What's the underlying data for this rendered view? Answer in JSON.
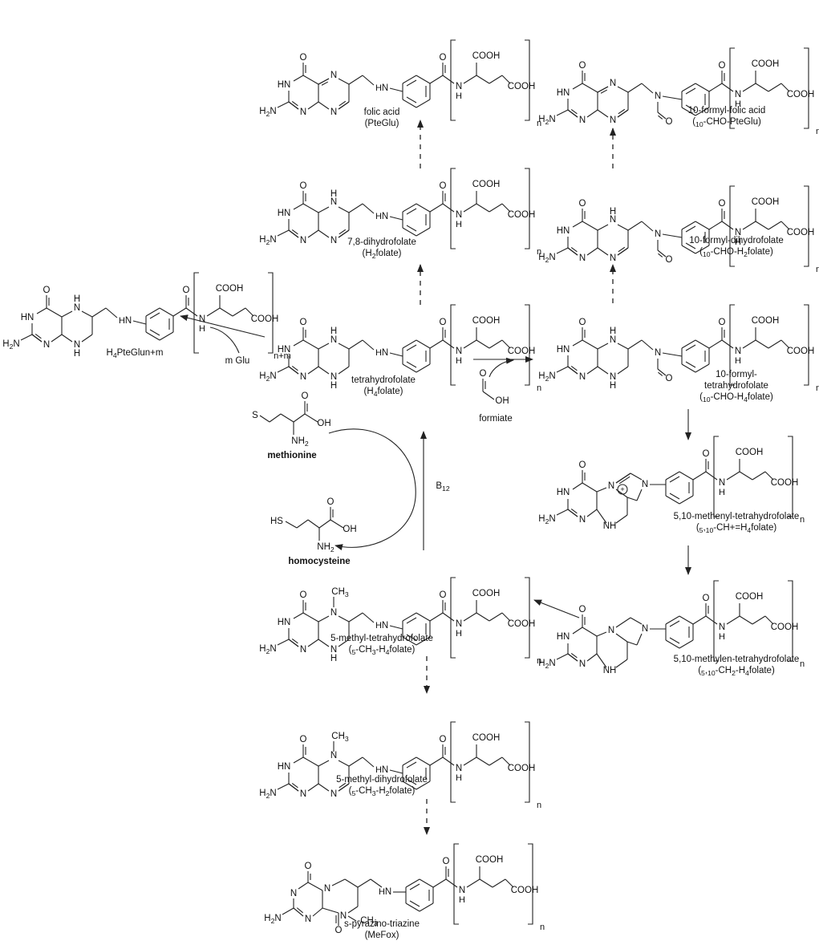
{
  "atoms": {
    "O": "O",
    "N": "N",
    "HN": "HN",
    "H2N": "H2N",
    "H": "H",
    "NH": "NH",
    "COOH": "COOH",
    "OH": "OH",
    "CH3": "CH3",
    "S": "S",
    "HS": "HS",
    "NH2": "NH2"
  },
  "subscripts": {
    "n": "n",
    "n_plus_m": "n+m"
  },
  "compounds": [
    {
      "id": "folic-acid",
      "name": "folic acid",
      "abbr": "(PteGlu)"
    },
    {
      "id": "dihydrofolate",
      "name": "7,8-dihydrofolate",
      "abbr": "(H2folate)"
    },
    {
      "id": "tetrahydrofolate",
      "name": "tetrahydrofolate",
      "abbr": "(H4folate)"
    },
    {
      "id": "h4pteglu",
      "name": "H4PteGlun+m",
      "abbr": ""
    },
    {
      "id": "formyl-folic",
      "name": "10-formyl-folic acid",
      "abbr": "(10-CHO-PteGlu)"
    },
    {
      "id": "formyl-dihydro",
      "name": "10-formyl-dihydrofolate",
      "abbr": "(10-CHO-H2folate)"
    },
    {
      "id": "formyl-tetrahydro",
      "name": "10-formyl-",
      "name2": "tetrahydrofolate",
      "abbr": "(10-CHO-H4folate)"
    },
    {
      "id": "methenyl",
      "name": "5,10-methenyl-tetrahydrofolate",
      "abbr": "(5,10-CH+=H4folate)"
    },
    {
      "id": "methylen",
      "name": "5,10-methylen-tetrahydrofolate",
      "abbr": "(5,10-CH2-H4folate)"
    },
    {
      "id": "methyl-thf",
      "name": "5-methyl-tetrahydrofolate",
      "abbr": "(5-CH3-H4folate)"
    },
    {
      "id": "methyl-dhf",
      "name": "5-methyl-dihydrofolate",
      "abbr": "(5-CH3-H2folate)"
    },
    {
      "id": "mefox",
      "name": "s-pyrazino-triazine",
      "abbr": "(MeFox)"
    }
  ],
  "small_molecules": {
    "methionine": "methionine",
    "homocysteine": "homocysteine",
    "formiate": "formiate"
  },
  "reagents": {
    "glu": "m Glu",
    "b12": "B12"
  }
}
